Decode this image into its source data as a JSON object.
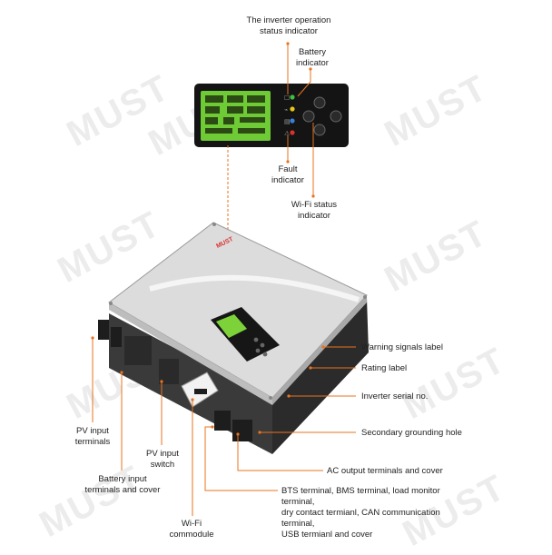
{
  "watermark": "MUST",
  "brand": "MUST",
  "labels": {
    "operation": "The inverter operation\nstatus indicator",
    "battery": "Battery\nindicator",
    "fault": "Fault\nindicator",
    "wifi_status": "Wi-Fi status\nindicator",
    "warning": "Warning signals label",
    "rating": "Rating label",
    "serial": "Inverter serial no.",
    "grounding": "Secondary grounding hole",
    "ac_output": "AC output terminals and cover",
    "bts": "BTS terminal, BMS terminal, load monitor terminal,\ndry contact termianl, CAN communication terminal,\nUSB termianl and cover",
    "pv_input_terminals": "PV input\nterminals",
    "battery_input": "Battery input\nterminals and cover",
    "pv_switch": "PV input\nswitch",
    "wifi_module": "Wi-Fi\ncommodule"
  },
  "colors": {
    "leader": "#e8731e",
    "panel": "#111111",
    "lcd": "#7dd23a",
    "led_green": "#3fbf3f",
    "led_yellow": "#e6c619",
    "led_blue": "#3a7fd8",
    "led_red": "#d8322a"
  }
}
